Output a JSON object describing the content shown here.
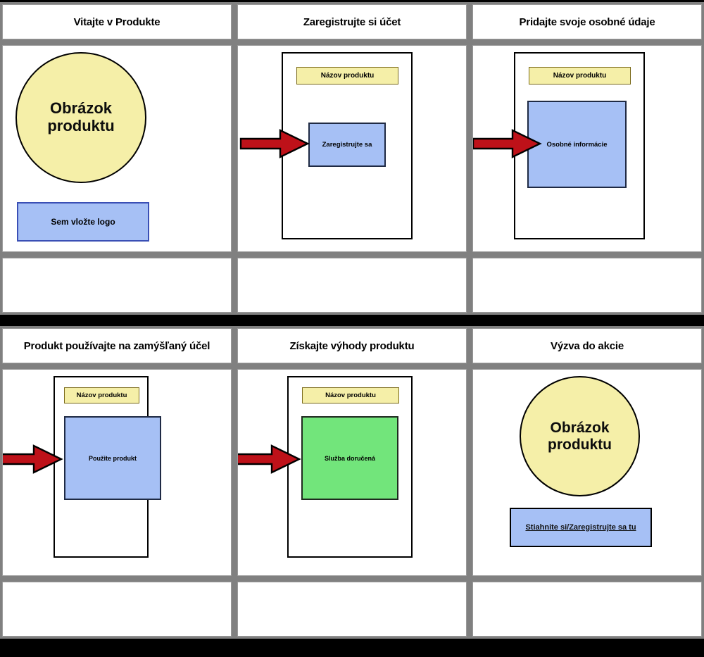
{
  "storyboard": {
    "colors": {
      "frame": "#000000",
      "gutter": "#808080",
      "cell": "#ffffff",
      "yellow": "#F5EFA8",
      "blue": "#A6C0F5",
      "green": "#72E57B",
      "arrow_red": "#BE1119"
    },
    "panels": [
      {
        "id": "panel-1",
        "title": "Vitajte v Produkte",
        "circle_text": "Obrázok produktu",
        "logo_text": "Sem vložte logo",
        "caption": ""
      },
      {
        "id": "panel-2",
        "title": "Zaregistrujte si účet",
        "name_bar": "Názov produktu",
        "screen_text": "Zaregistrujte sa",
        "caption": ""
      },
      {
        "id": "panel-3",
        "title": "Pridajte svoje osobné údaje",
        "name_bar": "Názov produktu",
        "screen_text": "Osobné informácie",
        "caption": ""
      },
      {
        "id": "panel-4",
        "title": "Produkt používajte na zamýšľaný účel",
        "name_bar": "Názov produktu",
        "screen_text": "Použite produkt",
        "caption": ""
      },
      {
        "id": "panel-5",
        "title": "Získajte výhody produktu",
        "name_bar": "Názov produktu",
        "screen_text": "Služba doručená",
        "caption": ""
      },
      {
        "id": "panel-6",
        "title": "Výzva do akcie",
        "circle_text": "Obrázok produktu",
        "cta_text": "Stiahnite si/Zaregistrujte sa tu",
        "caption": ""
      }
    ]
  }
}
